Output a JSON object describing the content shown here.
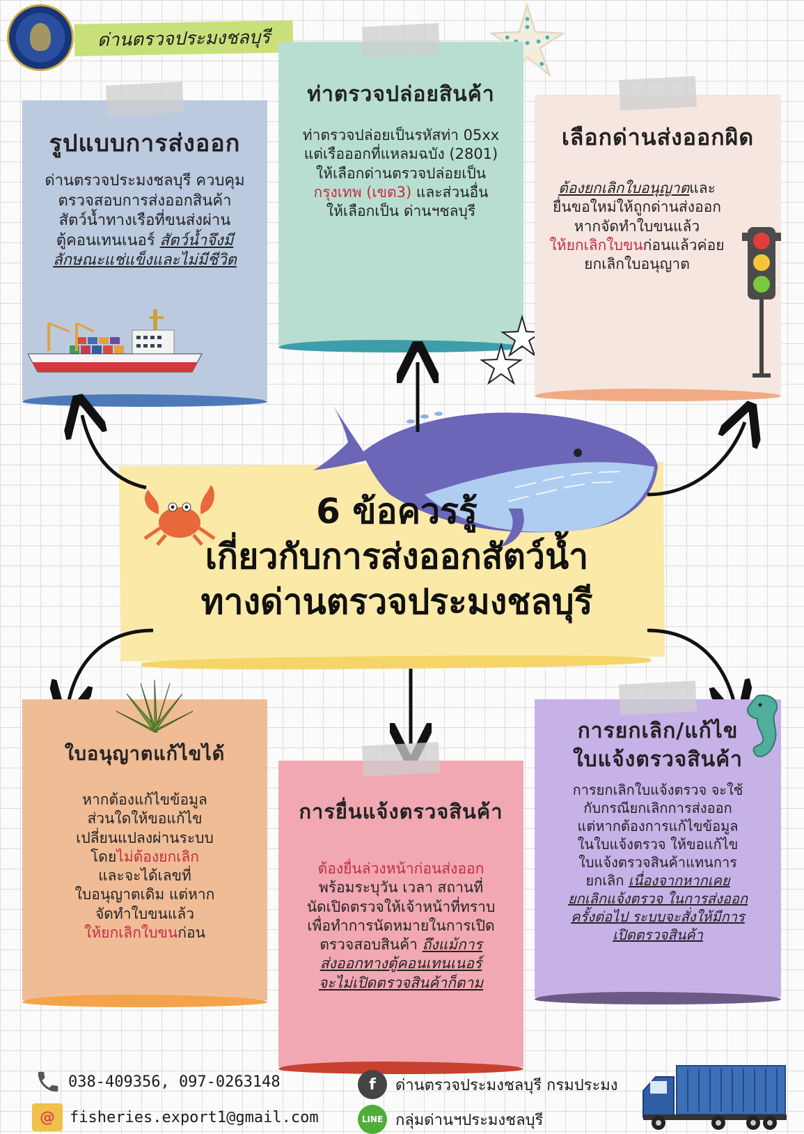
{
  "header": {
    "label": "ด่านตรวจประมงชลบุรี"
  },
  "center": {
    "line1": "6 ข้อควรรู้",
    "line2": "เกี่ยวกับการส่งออกสัตว์น้ำ",
    "line3": "ทางด่านตรวจประมงชลบุรี"
  },
  "cards": {
    "export_format": {
      "title": "รูปแบบการส่งออก",
      "lines": [
        "ด่านตรวจประมงชลบุรี ควบคุม",
        "ตรวจสอบการส่งออกสินค้า",
        "สัตว์น้ำทางเรือที่ขนส่งผ่าน"
      ],
      "line4_plain": "ตู้คอนเทนเนอร์ ",
      "line4_u": "สัตว์น้ำจึงมี",
      "line5_u": "ลักษณะแช่แข็งและไม่มีชีวิต"
    },
    "release_port": {
      "title": "ท่าตรวจปล่อยสินค้า",
      "lines": [
        "ท่าตรวจปล่อยเป็นรหัสท่า 05xx",
        "แต่เรือออกที่แหลมฉบัง (2801)",
        "ให้เลือกด่านตรวจปล่อยเป็น"
      ],
      "line4_red": "กรุงเทพ (เขต3)",
      "line4_plain": " และส่วนอื่น",
      "line5": "ให้เลือกเป็น ด่านฯชลบุรี"
    },
    "wrong_port": {
      "title": "เลือกด่านส่งออกผิด",
      "line1_u": "ต้องยกเลิกใบอนุญาต",
      "line1_plain": "และ",
      "line2": "ยื่นขอใหม่ให้ถูกด่านส่งออก",
      "line3": "หากจัดทำใบขนแล้ว",
      "line4_red": "ให้ยกเลิกใบขน",
      "line4_plain": "ก่อนแล้วค่อย",
      "line5": "ยกเลิกใบอนุญาต"
    },
    "license_edit": {
      "title": "ใบอนุญาตแก้ไขได้",
      "lines": [
        "หากต้องแก้ไขข้อมูล",
        "ส่วนใดให้ขอแก้ไข",
        "เปลี่ยนแปลงผ่านระบบ"
      ],
      "line4_plain": "โดย",
      "line4_red": "ไม่ต้องยกเลิก",
      "line5": "และจะได้เลขที่",
      "line6": "ใบอนุญาตเดิม แต่หาก",
      "line7": "จัดทำใบขนแล้ว",
      "line8_red": "ให้ยกเลิกใบขน",
      "line8_plain": "ก่อน"
    },
    "inspection_request": {
      "title": "การยื่นแจ้งตรวจสินค้า",
      "line1_red": "ต้องยื่นล่วงหน้าก่อนส่งออก",
      "lines": [
        "พร้อมระบุวัน เวลา สถานที่",
        "นัดเปิดตรวจให้เจ้าหน้าที่ทราบ",
        "เพื่อทำการนัดหมายในการเปิด"
      ],
      "line5_plain": "ตรวจสอบสินค้า ",
      "line5_u": "ถึงแม้การ",
      "line6_u": "ส่งออกทางตู้คอนเทนเนอร์",
      "line7_u": "จะไม่เปิดตรวจสินค้าก็ตาม"
    },
    "cancel_edit": {
      "title1": "การยกเลิก/แก้ไข",
      "title2": "ใบแจ้งตรวจสินค้า",
      "lines": [
        "การยกเลิกใบแจ้งตรวจ จะใช้",
        "กับกรณียกเลิกการส่งออก",
        "แต่หากต้องการแก้ไขข้อมูล",
        "ในใบแจ้งตรวจ ให้ขอแก้ไข",
        "ใบแจ้งตรวจสินค้าแทนการ"
      ],
      "line6_plain": "ยกเลิก ",
      "line6_u": "เนื่องจากหากเคย",
      "line7_u": "ยกเลิกแจ้งตรวจ ในการส่งออก",
      "line8_u": "ครั้งต่อไป ระบบจะสั่งให้มีการ",
      "line9_u": "เปิดตรวจสินค้า"
    }
  },
  "footer": {
    "phone": "038-409356, 097-0263148",
    "email": "fisheries.export1@gmail.com",
    "facebook": "ด่านตรวจประมงชลบุรี กรมประมง",
    "line": "กลุ่มด่านฯประมงชลบุรี",
    "line_badge": "LINE"
  },
  "colors": {
    "accent_red": "#c42c3f",
    "header_green": "#c9e07a",
    "center_yellow": "#fbe9a8"
  },
  "icons": [
    "phone-icon",
    "email-icon",
    "facebook-icon",
    "line-icon",
    "truck-icon",
    "ship-icon",
    "whale-icon",
    "crab-icon",
    "starfish-icon",
    "traffic-light-icon",
    "seahorse-icon",
    "plant-icon"
  ]
}
